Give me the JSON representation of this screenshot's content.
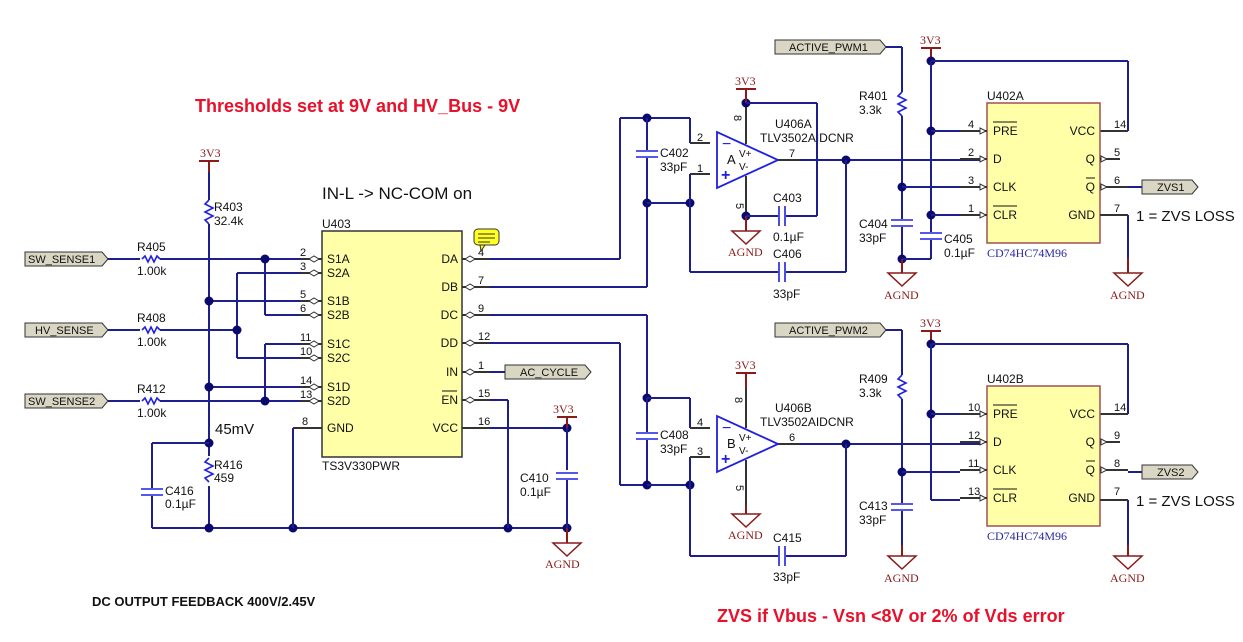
{
  "notes": {
    "thresholds": "Thresholds set at 9V and HV_Bus - 9V",
    "in_l": "IN-L -> NC-COM on",
    "node_voltage": "45mV",
    "dc_feedback": "DC OUTPUT FEEDBACK 400V/2.45V",
    "zvs_condition": "ZVS if Vbus - Vsn <8V or 2% of Vds error",
    "zvs_loss_1": "1 = ZVS LOSS",
    "zvs_loss_2": "1 = ZVS LOSS"
  },
  "ports": {
    "sw_sense1": "SW_SENSE1",
    "hv_sense": "HV_SENSE",
    "sw_sense2": "SW_SENSE2",
    "ac_cycle": "AC_CYCLE",
    "active_pwm1": "ACTIVE_PWM1",
    "active_pwm2": "ACTIVE_PWM2",
    "zvs1": "ZVS1",
    "zvs2": "ZVS2"
  },
  "power": {
    "vcc": "3V3",
    "gnd": "AGND"
  },
  "resistors": {
    "r403": {
      "ref": "R403",
      "value": "32.4k"
    },
    "r405": {
      "ref": "R405",
      "value": "1.00k"
    },
    "r408": {
      "ref": "R408",
      "value": "1.00k"
    },
    "r412": {
      "ref": "R412",
      "value": "1.00k"
    },
    "r416": {
      "ref": "R416",
      "value": "459"
    },
    "r401": {
      "ref": "R401",
      "value": "3.3k"
    },
    "r409": {
      "ref": "R409",
      "value": "3.3k"
    }
  },
  "capacitors": {
    "c416": {
      "ref": "C416",
      "value": "0.1µF"
    },
    "c410": {
      "ref": "C410",
      "value": "0.1µF"
    },
    "c402": {
      "ref": "C402",
      "value": "33pF"
    },
    "c403": {
      "ref": "C403",
      "value": "0.1µF"
    },
    "c406": {
      "ref": "C406",
      "value": "33pF"
    },
    "c408": {
      "ref": "C408",
      "value": "33pF"
    },
    "c415": {
      "ref": "C415",
      "value": "33pF"
    },
    "c404": {
      "ref": "C404",
      "value": "33pF"
    },
    "c405": {
      "ref": "C405",
      "value": "0.1µF"
    },
    "c413": {
      "ref": "C413",
      "value": "33pF"
    }
  },
  "u403": {
    "ref": "U403",
    "part": "TS3V330PWR",
    "left_pins": [
      {
        "num": "2",
        "name": "S1A"
      },
      {
        "num": "3",
        "name": "S2A"
      },
      {
        "num": "5",
        "name": "S1B"
      },
      {
        "num": "6",
        "name": "S2B"
      },
      {
        "num": "11",
        "name": "S1C"
      },
      {
        "num": "10",
        "name": "S2C"
      },
      {
        "num": "14",
        "name": "S1D"
      },
      {
        "num": "13",
        "name": "S2D"
      },
      {
        "num": "8",
        "name": "GND"
      }
    ],
    "right_pins": [
      {
        "num": "4",
        "name": "DA"
      },
      {
        "num": "7",
        "name": "DB"
      },
      {
        "num": "9",
        "name": "DC"
      },
      {
        "num": "12",
        "name": "DD"
      },
      {
        "num": "1",
        "name": "IN"
      },
      {
        "num": "15",
        "name": "EN"
      },
      {
        "num": "16",
        "name": "VCC"
      }
    ]
  },
  "u406a": {
    "ref": "U406A",
    "part": "TLV3502AIDCNR",
    "unit": "A",
    "pin_minus": "2",
    "pin_plus": "1",
    "pin_out": "7",
    "pin_vp": "8",
    "pin_vn": "5",
    "vplus": "V+",
    "vminus": "V-"
  },
  "u406b": {
    "ref": "U406B",
    "part": "TLV3502AIDCNR",
    "unit": "B",
    "pin_minus": "4",
    "pin_plus": "3",
    "pin_out": "6",
    "pin_vp": "8",
    "pin_vn": "5",
    "vplus": "V+",
    "vminus": "V-"
  },
  "u402a": {
    "ref": "U402A",
    "part": "CD74HC74M96",
    "left_pins": [
      {
        "num": "4",
        "name": "PRE"
      },
      {
        "num": "2",
        "name": "D"
      },
      {
        "num": "3",
        "name": "CLK"
      },
      {
        "num": "1",
        "name": "CLR"
      }
    ],
    "right_pins": [
      {
        "num": "14",
        "name": "VCC"
      },
      {
        "num": "5",
        "name": "Q"
      },
      {
        "num": "6",
        "name": "Q"
      },
      {
        "num": "7",
        "name": "GND"
      }
    ]
  },
  "u402b": {
    "ref": "U402B",
    "part": "CD74HC74M96",
    "left_pins": [
      {
        "num": "10",
        "name": "PRE"
      },
      {
        "num": "12",
        "name": "D"
      },
      {
        "num": "11",
        "name": "CLK"
      },
      {
        "num": "13",
        "name": "CLR"
      }
    ],
    "right_pins": [
      {
        "num": "14",
        "name": "VCC"
      },
      {
        "num": "9",
        "name": "Q"
      },
      {
        "num": "8",
        "name": "Q"
      },
      {
        "num": "7",
        "name": "GND"
      }
    ]
  },
  "colors": {
    "wire": "#1e1e8c",
    "power": "#8b1a1a",
    "note_red": "#e8102a",
    "chip_fill": "#ffffa8",
    "component": "#2020e0"
  }
}
